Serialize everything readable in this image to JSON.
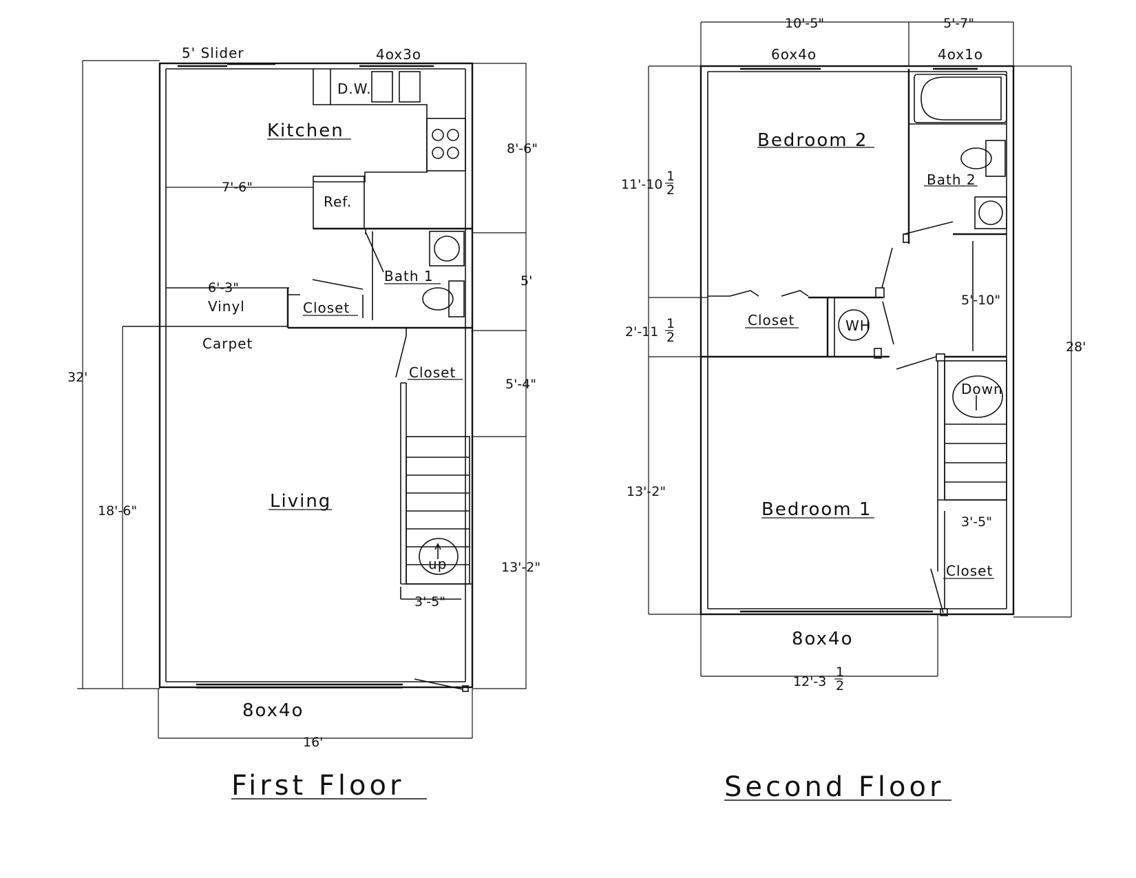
{
  "first_floor": {
    "title": "First Floor",
    "rooms": {
      "kitchen": "Kitchen",
      "living": "Living",
      "bath": "Bath 1",
      "closet_a": "Closet",
      "closet_b": "Closet"
    },
    "fixtures": {
      "dishwasher": "D.W.",
      "refrigerator": "Ref.",
      "stairs": "up"
    },
    "floor_finishes": {
      "vinyl": "Vinyl",
      "carpet": "Carpet"
    },
    "openings": {
      "slider": "5' Slider",
      "kitchen_window": "4ox3o",
      "front_window": "8ox4o"
    },
    "dimensions": {
      "overall_depth": "32'",
      "living_depth": "18'-6\"",
      "width": "16'",
      "kitchen_width": "7'-6\"",
      "vinyl_width": "6'-3\"",
      "kitchen_depth": "8'-6\"",
      "bath_depth": "5'",
      "closet_depth": "5'-4\"",
      "stair_depth": "13'-2\"",
      "stair_width": "3'-5\""
    }
  },
  "second_floor": {
    "title": "Second Floor",
    "rooms": {
      "bedroom2": "Bedroom 2",
      "bedroom1": "Bedroom 1",
      "bath": "Bath 2",
      "closet_a": "Closet",
      "closet_b": "Closet"
    },
    "fixtures": {
      "water_heater": "WH",
      "stairs": "Down"
    },
    "openings": {
      "bed2_window": "6ox4o",
      "bath_window": "4ox1o",
      "bed1_window": "8ox4o"
    },
    "dimensions": {
      "bed2_width": "10'-5\"",
      "bath_width": "5'-7\"",
      "bed2_depth_whole": "11'-10",
      "closet_depth_whole": "2'-11",
      "fraction_num": "1",
      "fraction_den": "2",
      "bed1_depth": "13'-2\"",
      "overall_depth": "28'",
      "hall_depth": "5'-10\"",
      "stair_width": "3'-5\"",
      "bed1_width_whole": "12'-3"
    }
  }
}
